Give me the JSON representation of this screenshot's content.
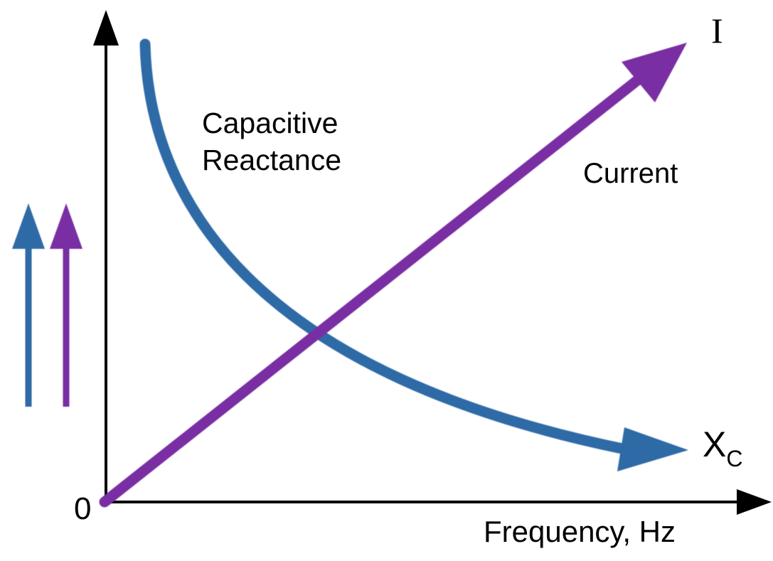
{
  "colors": {
    "background": "#ffffff",
    "axes": "#000000",
    "reactance": "#2f6aa6",
    "current": "#7a2ea3"
  },
  "labels": {
    "capacitive_line1": "Capacitive",
    "capacitive_line2": "Reactance",
    "current": "Current",
    "current_symbol": "I",
    "reactance_symbol": "X",
    "reactance_subscript": "C",
    "origin": "0",
    "x_axis": "Frequency, Hz"
  },
  "indicators": {
    "left_arrow": "increase",
    "right_arrow": "increase"
  },
  "curves": [
    {
      "name": "reactance",
      "shape": "decreasing-hyperbola",
      "color": "#2f6aa6"
    },
    {
      "name": "current",
      "shape": "increasing-linear",
      "color": "#7a2ea3"
    }
  ]
}
